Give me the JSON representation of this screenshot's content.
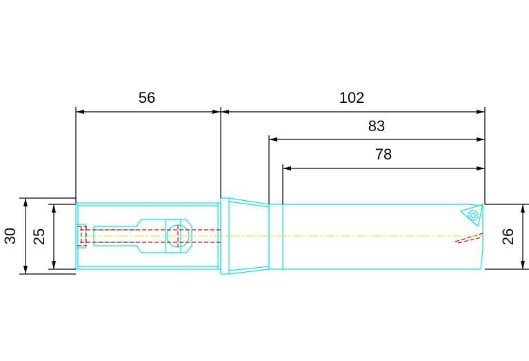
{
  "dimensions": {
    "length_56": "56",
    "length_102": "102",
    "length_83": "83",
    "length_78": "78",
    "diameter_30": "30",
    "diameter_25": "25",
    "diameter_26": "26"
  },
  "colors": {
    "outline": "#00e5e5",
    "hidden": "#e00000",
    "center": "#e5e500",
    "dimension": "#000000",
    "background": "#ffffff"
  }
}
